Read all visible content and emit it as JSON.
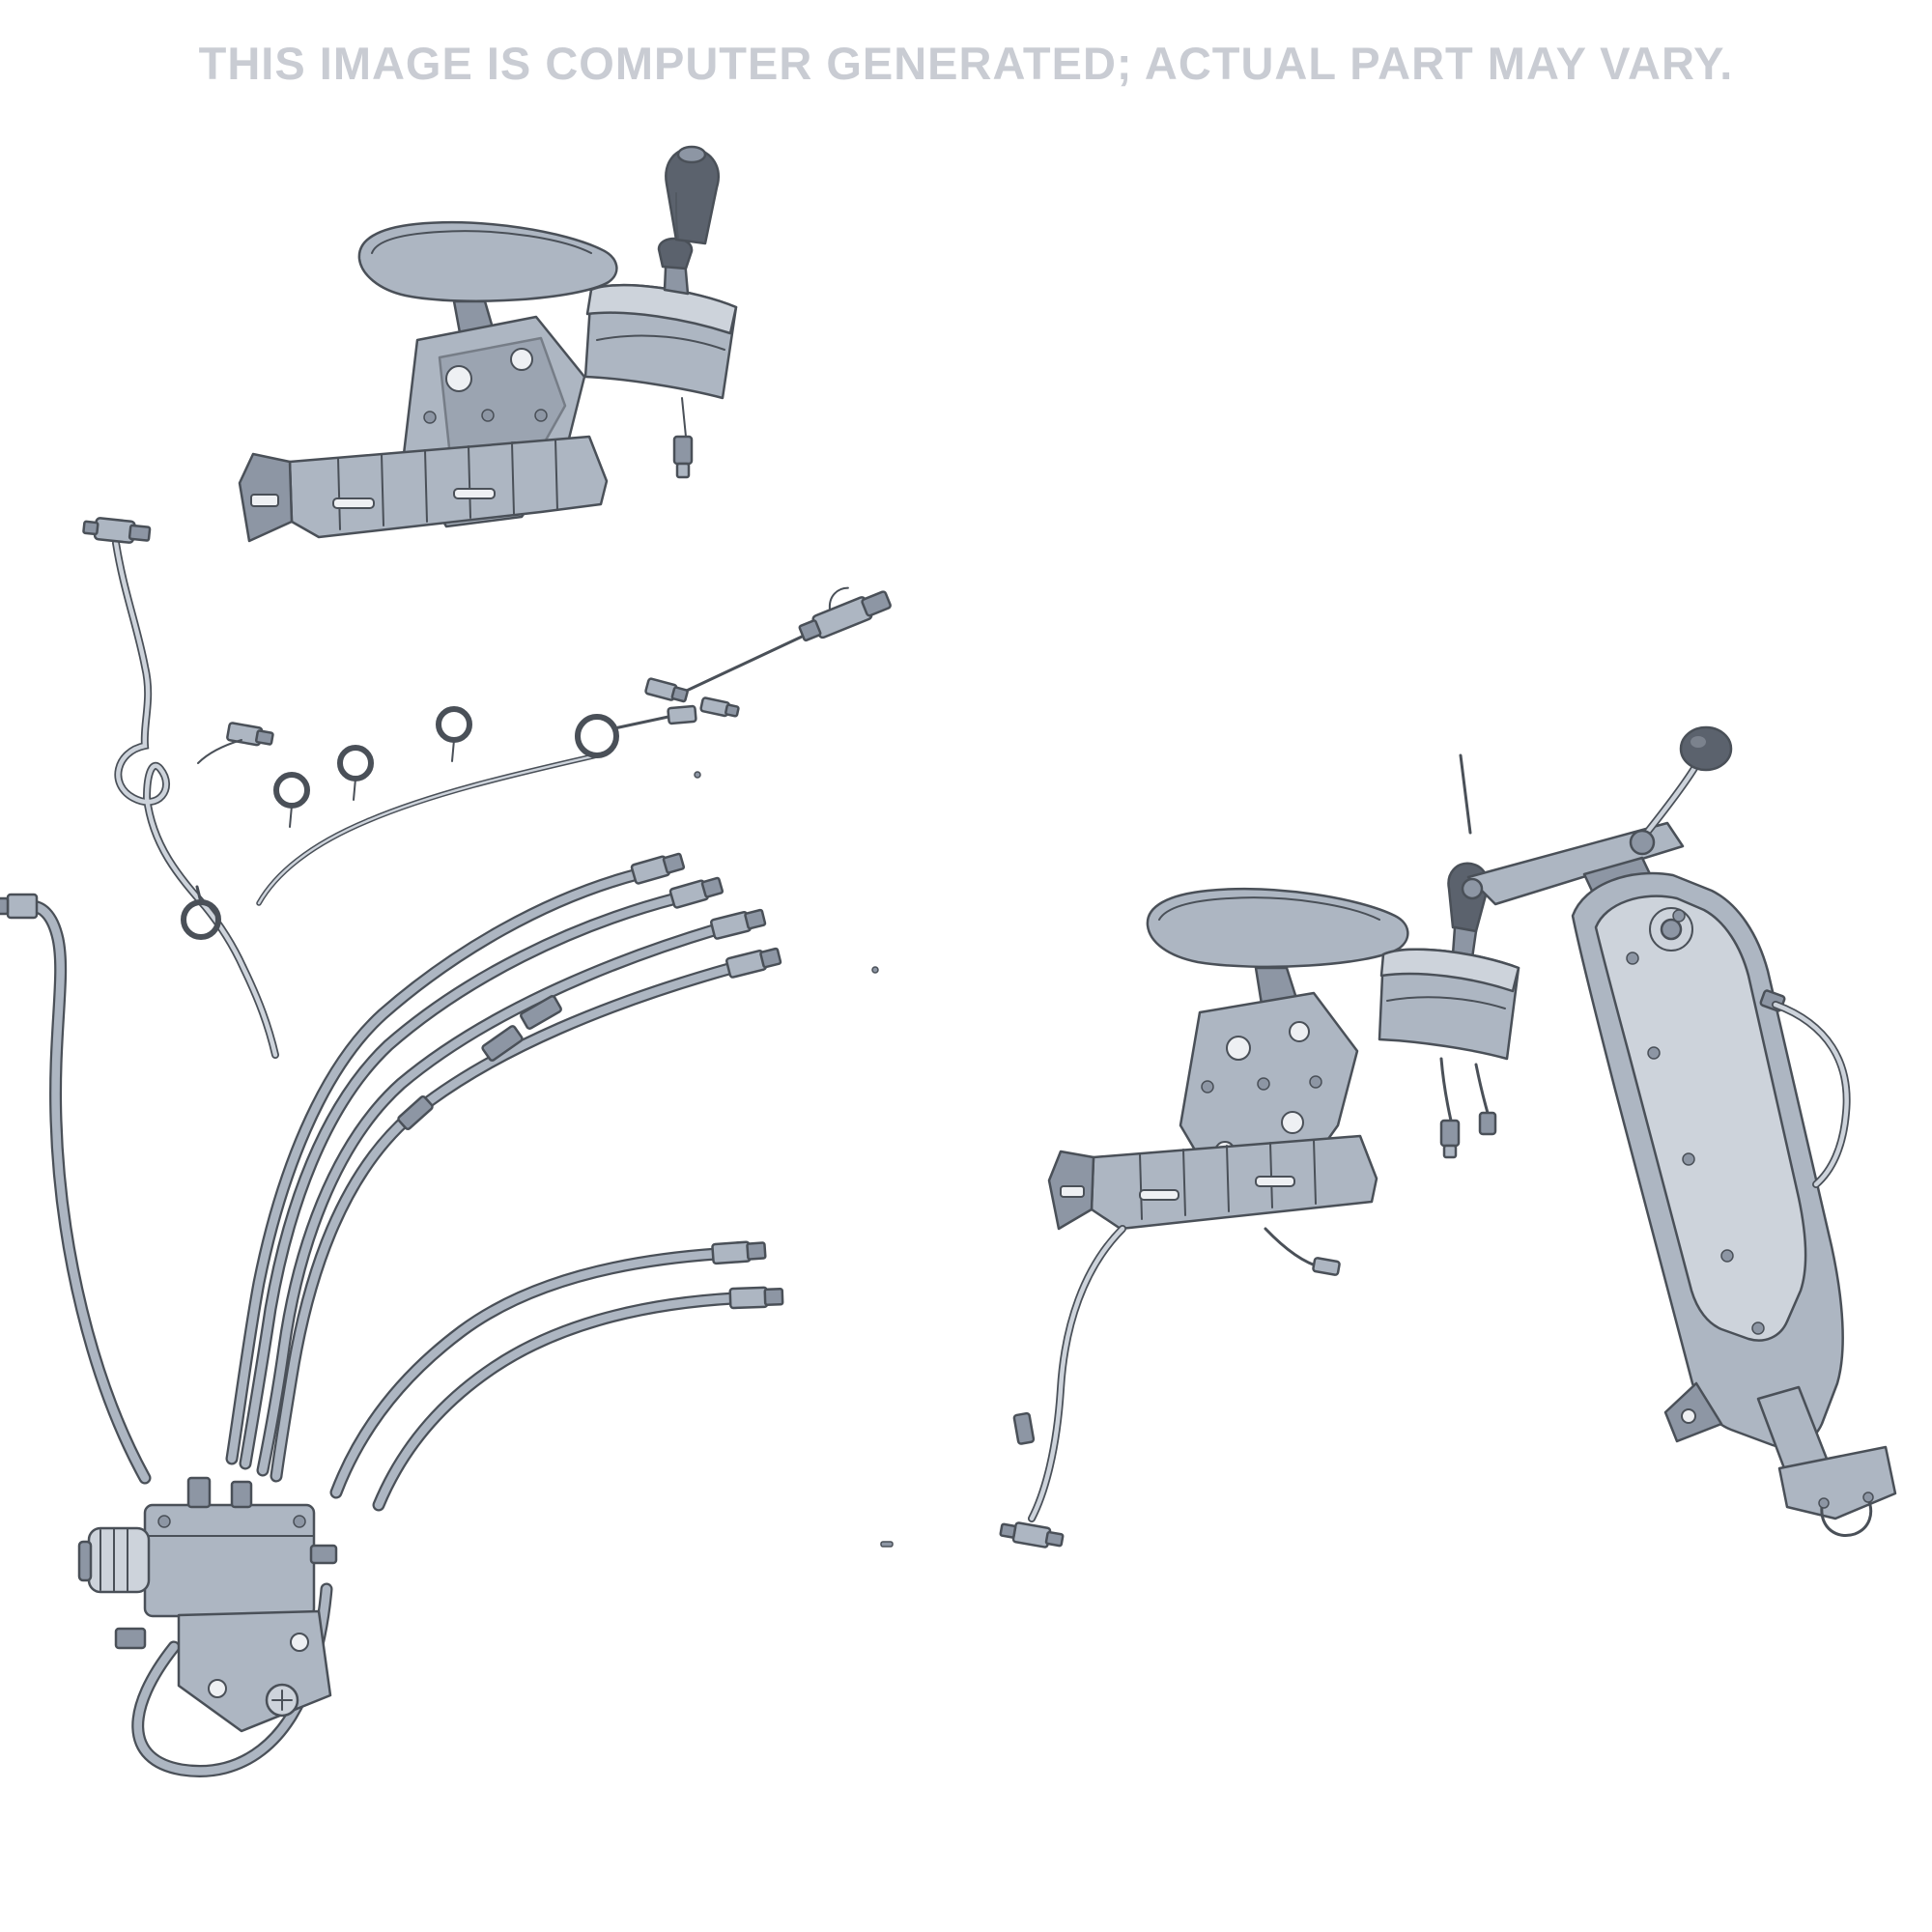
{
  "watermark": {
    "text": "THIS IMAGE IS COMPUTER GENERATED; ACTUAL PART MAY VARY."
  },
  "canvas": {
    "background": "#ffffff",
    "outline": "#4a5058",
    "fill_light": "#cdd3db",
    "fill_mid": "#adb6c2",
    "fill_dark": "#8d96a4",
    "grip": "#5b626d",
    "watermark": "#c9ccd3"
  },
  "parts": [
    "left-armrest-console-assembly",
    "left-joystick-module",
    "left-wiring-harness",
    "hydraulic-hose-bundle",
    "valve-block-assembly",
    "middle-cable-assembly",
    "right-armrest-console-assembly",
    "right-joystick-module",
    "control-lever-column-assembly"
  ]
}
